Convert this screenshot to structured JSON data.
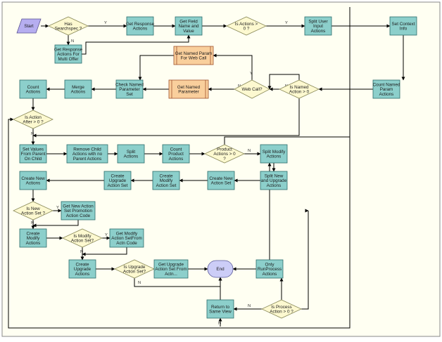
{
  "nodes": [
    {
      "id": "start",
      "text": "Start"
    },
    {
      "id": "has_searchspec",
      "text": "Has Searchspec ?"
    },
    {
      "id": "get_response_multi",
      "text": "Get Response Actions For Multi Offer"
    },
    {
      "id": "get_response",
      "text": "Get Response Actions"
    },
    {
      "id": "get_field",
      "text": "Get Field Name and Value"
    },
    {
      "id": "is_actions",
      "text": "Is Actions > 0 ?"
    },
    {
      "id": "split_user",
      "text": "Split User Input Actions"
    },
    {
      "id": "set_context",
      "text": "Set Context Info"
    },
    {
      "id": "get_named_web",
      "text": "Get Named Param For Web Call"
    },
    {
      "id": "count_named",
      "text": "Count Named Param Actions"
    },
    {
      "id": "is_named",
      "text": "Is Named Action > 0"
    },
    {
      "id": "web_call",
      "text": "Web Call?"
    },
    {
      "id": "get_named_param",
      "text": "Get Named Parameter"
    },
    {
      "id": "check_named",
      "text": "Check Named Parameter Set"
    },
    {
      "id": "merge",
      "text": "Merge Actions"
    },
    {
      "id": "count_actions",
      "text": "Count Actions"
    },
    {
      "id": "is_action_after",
      "text": "Is Action After > 0 ?"
    },
    {
      "id": "set_values",
      "text": "Set Values From Parent On Child"
    },
    {
      "id": "remove_child",
      "text": "Remove Child Actions with no Parent Actions"
    },
    {
      "id": "split_actions",
      "text": "Split Actions"
    },
    {
      "id": "count_product",
      "text": "Count Product Actions"
    },
    {
      "id": "product_actions",
      "text": "Product Actions > 0 ?"
    },
    {
      "id": "split_modify",
      "text": "Split Modify Actions"
    },
    {
      "id": "split_new_upgrade",
      "text": "Split New and Upgrade Actions"
    },
    {
      "id": "create_new_set",
      "text": "Create New Action Set"
    },
    {
      "id": "create_modify_set",
      "text": "Create Modify Action Set"
    },
    {
      "id": "create_upgrade_set",
      "text": "Create Upgrade Action Set"
    },
    {
      "id": "create_new",
      "text": "Create New Actions"
    },
    {
      "id": "is_new_set",
      "text": "Is New Action Set ?"
    },
    {
      "id": "get_new_set",
      "text": "Get New Action Set Promotion Action Code"
    },
    {
      "id": "create_modify",
      "text": "Create Modify Actions"
    },
    {
      "id": "is_modify_set",
      "text": "Is Modify Action Set?"
    },
    {
      "id": "get_modify_set",
      "text": "Get Modify Action SetFrom Actn Code"
    },
    {
      "id": "create_upgrade",
      "text": "Create Upgrade Actions"
    },
    {
      "id": "is_upgrade_set",
      "text": "Is Upgrade Action Set?"
    },
    {
      "id": "get_upgrade_set",
      "text": "Get Upgrade Action Set From Actn..."
    },
    {
      "id": "end",
      "text": "End"
    },
    {
      "id": "only_runprocess",
      "text": "Only RunProcess Actions"
    },
    {
      "id": "return_same",
      "text": "Return to Same View"
    },
    {
      "id": "is_process",
      "text": "Is Process Action > 0 ?"
    }
  ],
  "edge_labels": {
    "yes": "Y",
    "no": "N"
  },
  "colors": {
    "process_fill": "#8ccfcb",
    "process_stroke": "#2b6b6b",
    "subprocess_fill": "#f9cf9c",
    "subprocess_stroke": "#a0522d",
    "decision_fill": "#fdf9d0",
    "decision_stroke": "#8a8a5a",
    "start_fill": "#b6aef0",
    "end_fill": "#cccdf7",
    "background": "#fffff2",
    "edge": "#000000"
  }
}
